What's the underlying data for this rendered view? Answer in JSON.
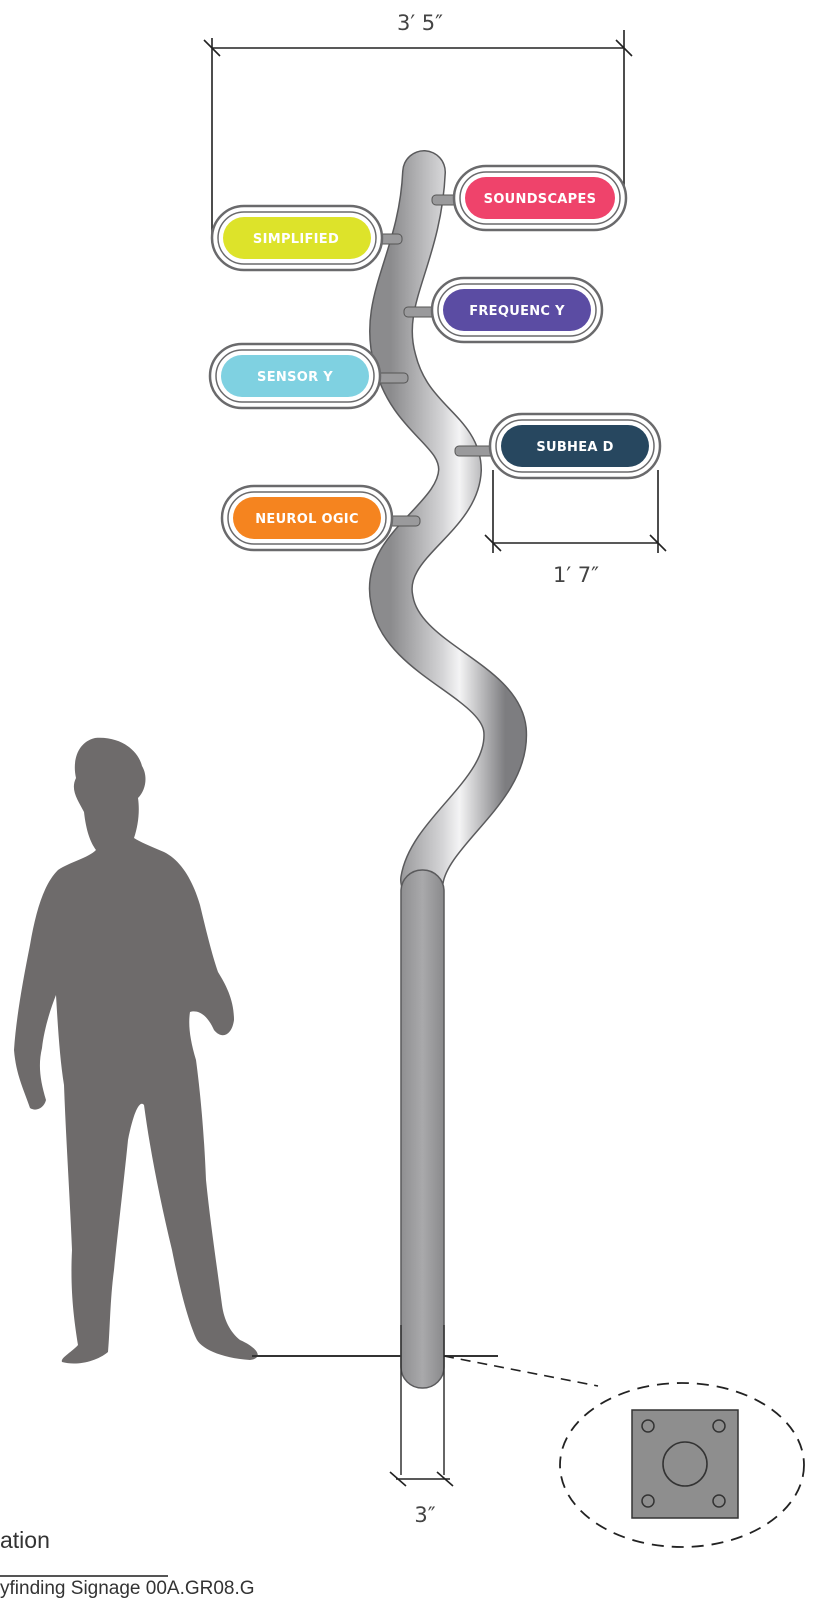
{
  "dimensions": {
    "overall_width": "3′ 5″",
    "sign_width": "1′ 7″",
    "post_diameter": "3″"
  },
  "signs": [
    {
      "label": "SOUNDSCAPES",
      "color": "#ef436b"
    },
    {
      "label": "SIMPLIFIED",
      "color": "#dde32a"
    },
    {
      "label": "FREQUENC Y",
      "color": "#5b4ca3"
    },
    {
      "label": "SENSOR Y",
      "color": "#7fd1e1"
    },
    {
      "label": "SUBHEA D",
      "color": "#27475f"
    },
    {
      "label": "NEUROL OGIC",
      "color": "#f5841f"
    }
  ],
  "caption": {
    "title": "ation",
    "subtitle": "yfinding Signage 00A.GR08.G"
  },
  "colors": {
    "pole": "#9a9a9c",
    "silhouette": "#6e6b6b",
    "base_plate": "#8e8e8e",
    "dimension_line": "#222222"
  }
}
